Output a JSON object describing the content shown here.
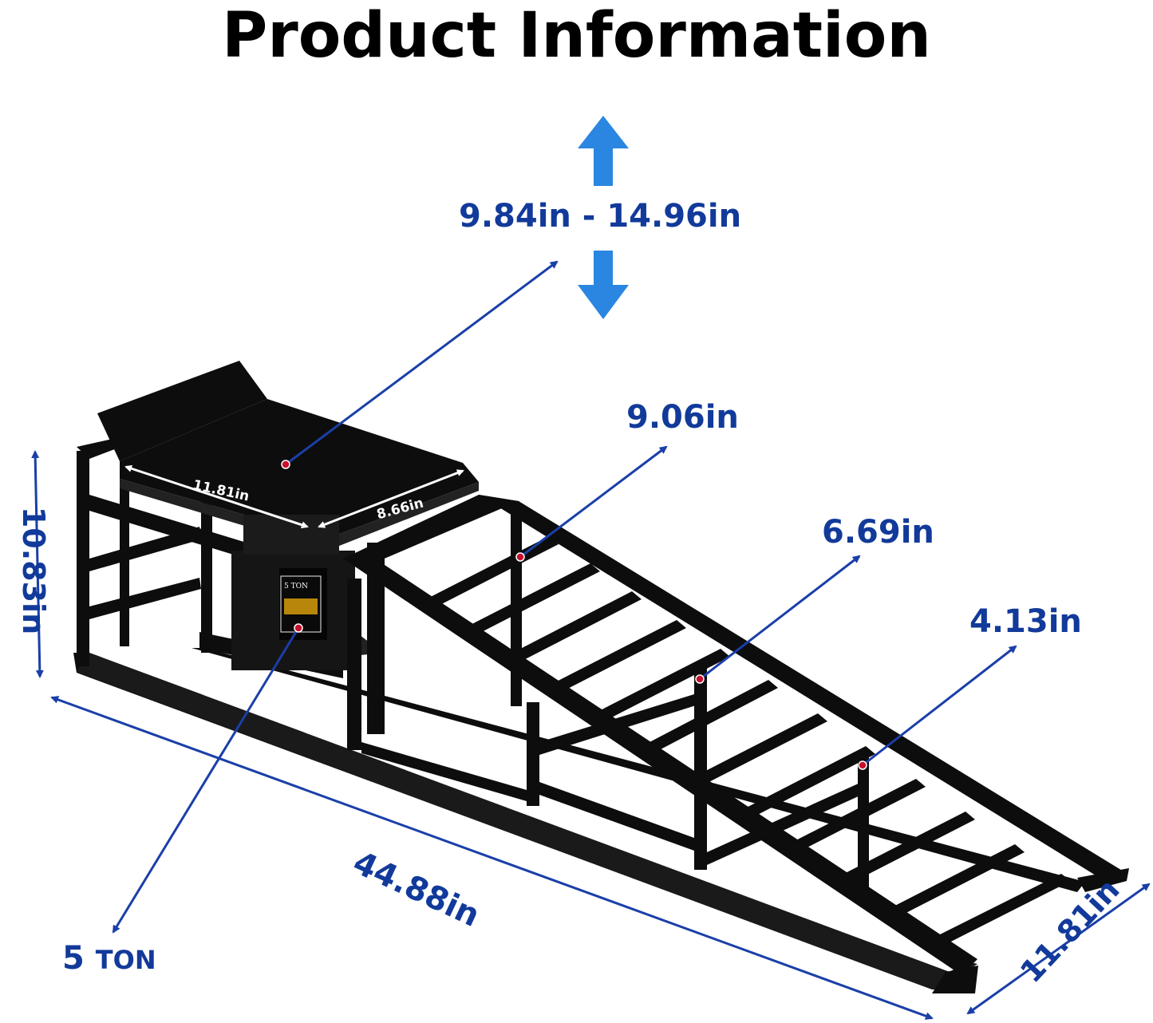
{
  "title": "Product Information",
  "dimensions": {
    "lift_range": "9.84in - 14.96in",
    "ramp_height_1": "9.06in",
    "ramp_height_2": "6.69in",
    "ramp_height_3": "4.13in",
    "capacity_number": "5",
    "capacity_unit": "TON",
    "overall_height": "10.83in",
    "overall_length": "44.88in",
    "overall_width": "11.81in",
    "platform_width": "11.81in",
    "platform_depth": "8.66in"
  },
  "jack_label": {
    "capacity": "5 TON"
  },
  "colors": {
    "dimension_text": "#123a9a",
    "dimension_line": "#1a3fa8",
    "lift_arrow": "#2a86e0",
    "ramp_steel": "#0d0d0d",
    "marker_dot": "#c8102e"
  }
}
